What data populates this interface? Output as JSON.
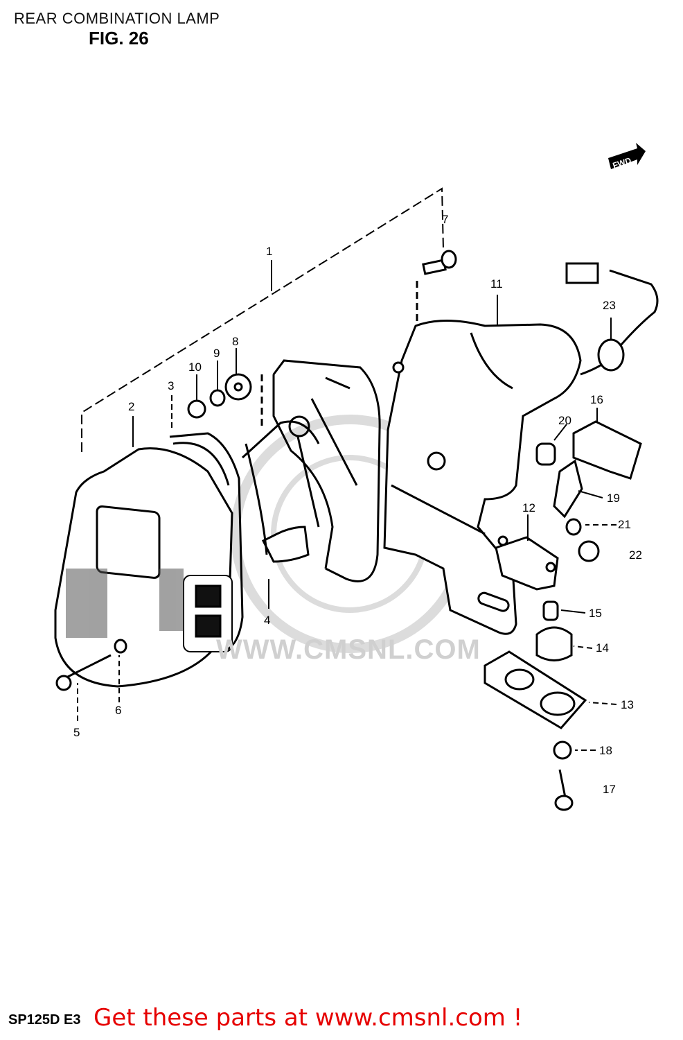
{
  "header": {
    "title": "REAR COMBINATION LAMP",
    "figure": "FIG. 26"
  },
  "diagram": {
    "direction_label": "FWD",
    "watermark_text": "WWW.CMSNL.COM",
    "callouts": [
      "1",
      "2",
      "3",
      "4",
      "5",
      "6",
      "7",
      "8",
      "9",
      "10",
      "11",
      "12",
      "13",
      "14",
      "15",
      "16",
      "17",
      "18",
      "19",
      "20",
      "21",
      "22",
      "23"
    ]
  },
  "footer": {
    "model_code": "SP125D E3",
    "promo_text": "Get these parts at www.cmsnl.com !"
  },
  "colors": {
    "line": "#000000",
    "promo": "#e60000",
    "watermark": "#d0d0d0"
  }
}
